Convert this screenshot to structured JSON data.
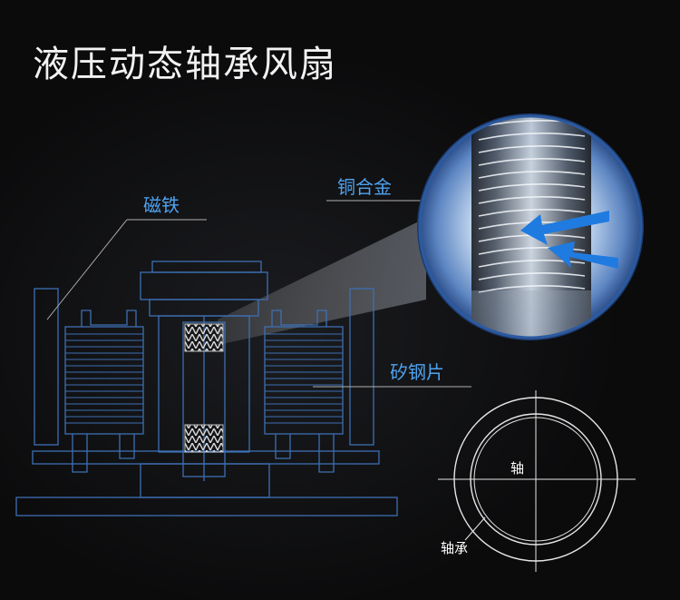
{
  "title": "液压动态轴承风扇",
  "labels": {
    "magnet": "磁铁",
    "copper_alloy": "铜合金",
    "silicon_steel": "矽钢片",
    "shaft": "轴",
    "bearing": "轴承"
  },
  "colors": {
    "background": "#0b0b0c",
    "line_blue": "#3d6fb3",
    "label_blue": "#4fa3f0",
    "arrow_blue": "#1f7be0",
    "title_white": "#f2f2f2"
  }
}
